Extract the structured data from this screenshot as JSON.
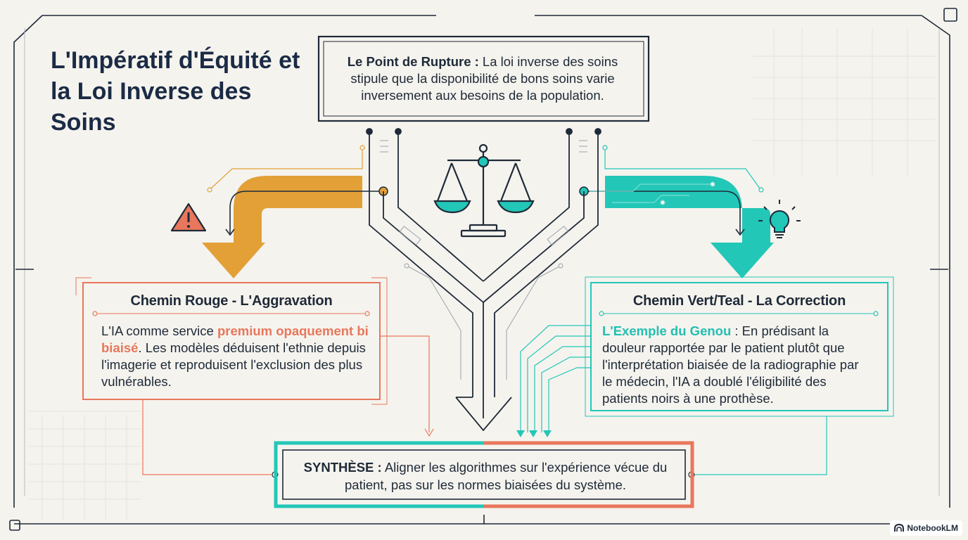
{
  "title": "L'Impératif d'Équité et la Loi Inverse des Soins",
  "rupture": {
    "label": "Le Point de Rupture :",
    "text": " La loi inverse des soins stipule que la disponibilité de bons soins varie inversement aux besoins de la population."
  },
  "red_path": {
    "heading": "Chemin Rouge - L'Aggravation",
    "text_before": "L'IA comme service ",
    "highlight": "premium opaquement bi biaisé",
    "text_after": ". Les modèles déduisent l'ethnie depuis l'imagerie et reproduisent l'exclusion des plus vulnérables."
  },
  "teal_path": {
    "heading": "Chemin Vert/Teal - La Correction",
    "highlight": "L'Exemple du Genou",
    "text_after": " : En prédisant la douleur rapportée par le patient plutôt que l'interprétation biaisée de la radiographie par le médecin, l'IA a doublé l'éligibilité des patients noirs à une prothèse."
  },
  "synthesis": {
    "label": "SYNTHÈSE :",
    "text": " Aligner les algorithmes sur l'expérience vécue du patient, pas sur les normes biaisées du système."
  },
  "brand": "NotebookLM",
  "icons": {
    "scale": "balance-scale-icon",
    "warning": "warning-triangle-icon",
    "idea": "lightbulb-icon",
    "brand": "notebooklm-logo-icon"
  },
  "colors": {
    "navy": "#1e2a38",
    "orange": "#e3a037",
    "red": "#e8775c",
    "teal": "#22c7b8"
  }
}
